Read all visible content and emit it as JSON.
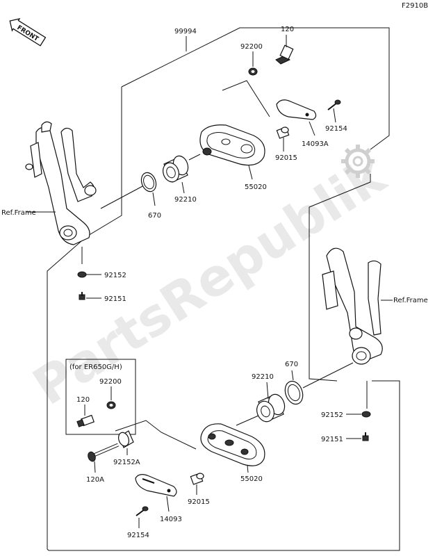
{
  "figure_code": "F2910B",
  "front_label": "FRONT",
  "watermark": "PartsRepublik",
  "note_label": "(for ER650G/H)",
  "callouts": {
    "c99994": "99994",
    "c120_top": "120",
    "c92200_top": "92200",
    "c92154_top": "92154",
    "c14093A": "14093A",
    "c92015_top": "92015",
    "c55020_top": "55020",
    "c92210_top": "92210",
    "c670_top": "670",
    "c92152_left": "92152",
    "c92151_left": "92151",
    "ref_frame_left": "Ref.Frame",
    "ref_frame_right": "Ref.Frame",
    "c670_right": "670",
    "c92210_right": "92210",
    "c92152_right": "92152",
    "c92151_right": "92151",
    "c92200_note": "92200",
    "c120_note": "120",
    "c92152A": "92152A",
    "c120A": "120A",
    "c55020_bottom": "55020",
    "c92015_bottom": "92015",
    "c14093": "14093",
    "c92154_bottom": "92154"
  }
}
